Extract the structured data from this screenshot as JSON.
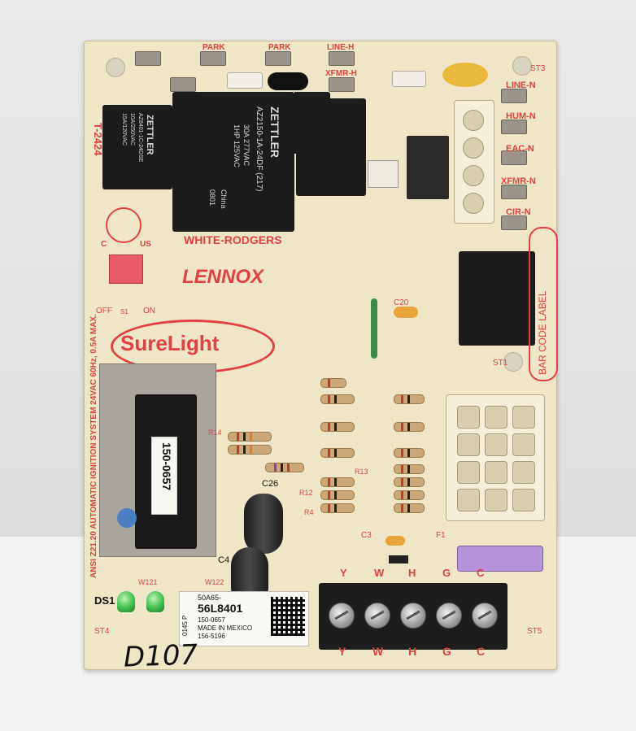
{
  "photo": {
    "silkscreen": {
      "brand": "WHITE-RODGERS",
      "oem": "LENNOX",
      "logo": "SureLight",
      "vertical_text": "ANSI Z21.20  AUTOMATIC IGNITION SYSTEM  24VAC 60Hz, 0.5A MAX.",
      "barcode_label": "BAR CODE LABEL",
      "left_id": "T-2424",
      "ds1": "DS1",
      "st4": "ST4",
      "st5": "ST5",
      "st1": "ST1",
      "st3": "ST3",
      "terminal_top": [
        "Y",
        "W",
        "H",
        "G",
        "C"
      ],
      "terminal_bottom": [
        "Y",
        "W",
        "H",
        "G",
        "C"
      ],
      "right_labels": [
        "LINE-N",
        "HUM-N",
        "EAC-N",
        "XFMR-N",
        "CIR-N"
      ],
      "top_labels": [
        "PARK",
        "PARK",
        "LINE-H",
        "XFMR-H"
      ],
      "dip_labels": [
        "OFF",
        "S1",
        "ON"
      ],
      "ul_labels": [
        "C",
        "US"
      ],
      "ref_c26": "C26",
      "ref_c4": "C4",
      "ref_c20": "C20",
      "ref_c3": "C3",
      "ref_f1": "F1",
      "ref_r12": "R12",
      "ref_r13": "R13",
      "ref_r14": "R14",
      "ref_r4": "R4",
      "ref_w121": "W121",
      "ref_w122": "W122"
    },
    "main_relay": {
      "brand": "ZETTLER",
      "model": "AZ2150-1A-24DF (217)",
      "rating1": "30A 277VAC",
      "rating2": "1HP 125VAC",
      "code": "0801",
      "origin": "China"
    },
    "small_relay": {
      "brand": "ZETTLER",
      "line1": "AZ8401-1C-24DSE",
      "line2": "10A/250VAC",
      "line3": "15A/120VAC"
    },
    "chip_label": "150-0657",
    "part_sticker": {
      "line1": "50A65-",
      "line2": "56L8401",
      "line3": "150-0657",
      "line4": "MADE IN MEXICO",
      "line5": "156-5196",
      "side": "0145 P"
    },
    "handwritten": "D107",
    "colors": {
      "board": "#efe6c7",
      "silkscreen": "#e2413f",
      "relay": "#1c1c1c"
    }
  }
}
